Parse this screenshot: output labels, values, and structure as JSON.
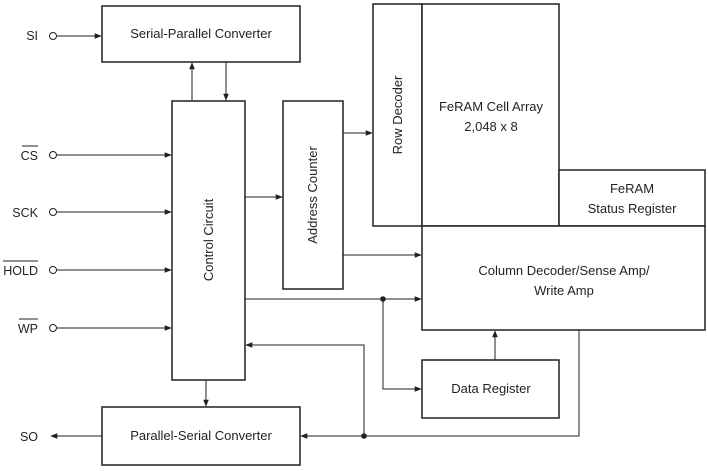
{
  "pins": {
    "si": "SI",
    "cs": "CS",
    "sck": "SCK",
    "hold": "HOLD",
    "wp": "WP",
    "so": "SO"
  },
  "blocks": {
    "serial_parallel_converter": "Serial-Parallel Converter",
    "control_circuit": "Control Circuit",
    "address_counter": "Address Counter",
    "row_decoder": "Row Decoder",
    "feram_cell_array": "FeRAM Cell Array",
    "feram_cell_array_size": "2,048 x 8",
    "feram_status_register_line1": "FeRAM",
    "feram_status_register_line2": "Status Register",
    "column_decoder_line1": "Column Decoder/Sense Amp/",
    "column_decoder_line2": "Write Amp",
    "data_register": "Data Register",
    "parallel_serial_converter": "Parallel-Serial Converter"
  }
}
